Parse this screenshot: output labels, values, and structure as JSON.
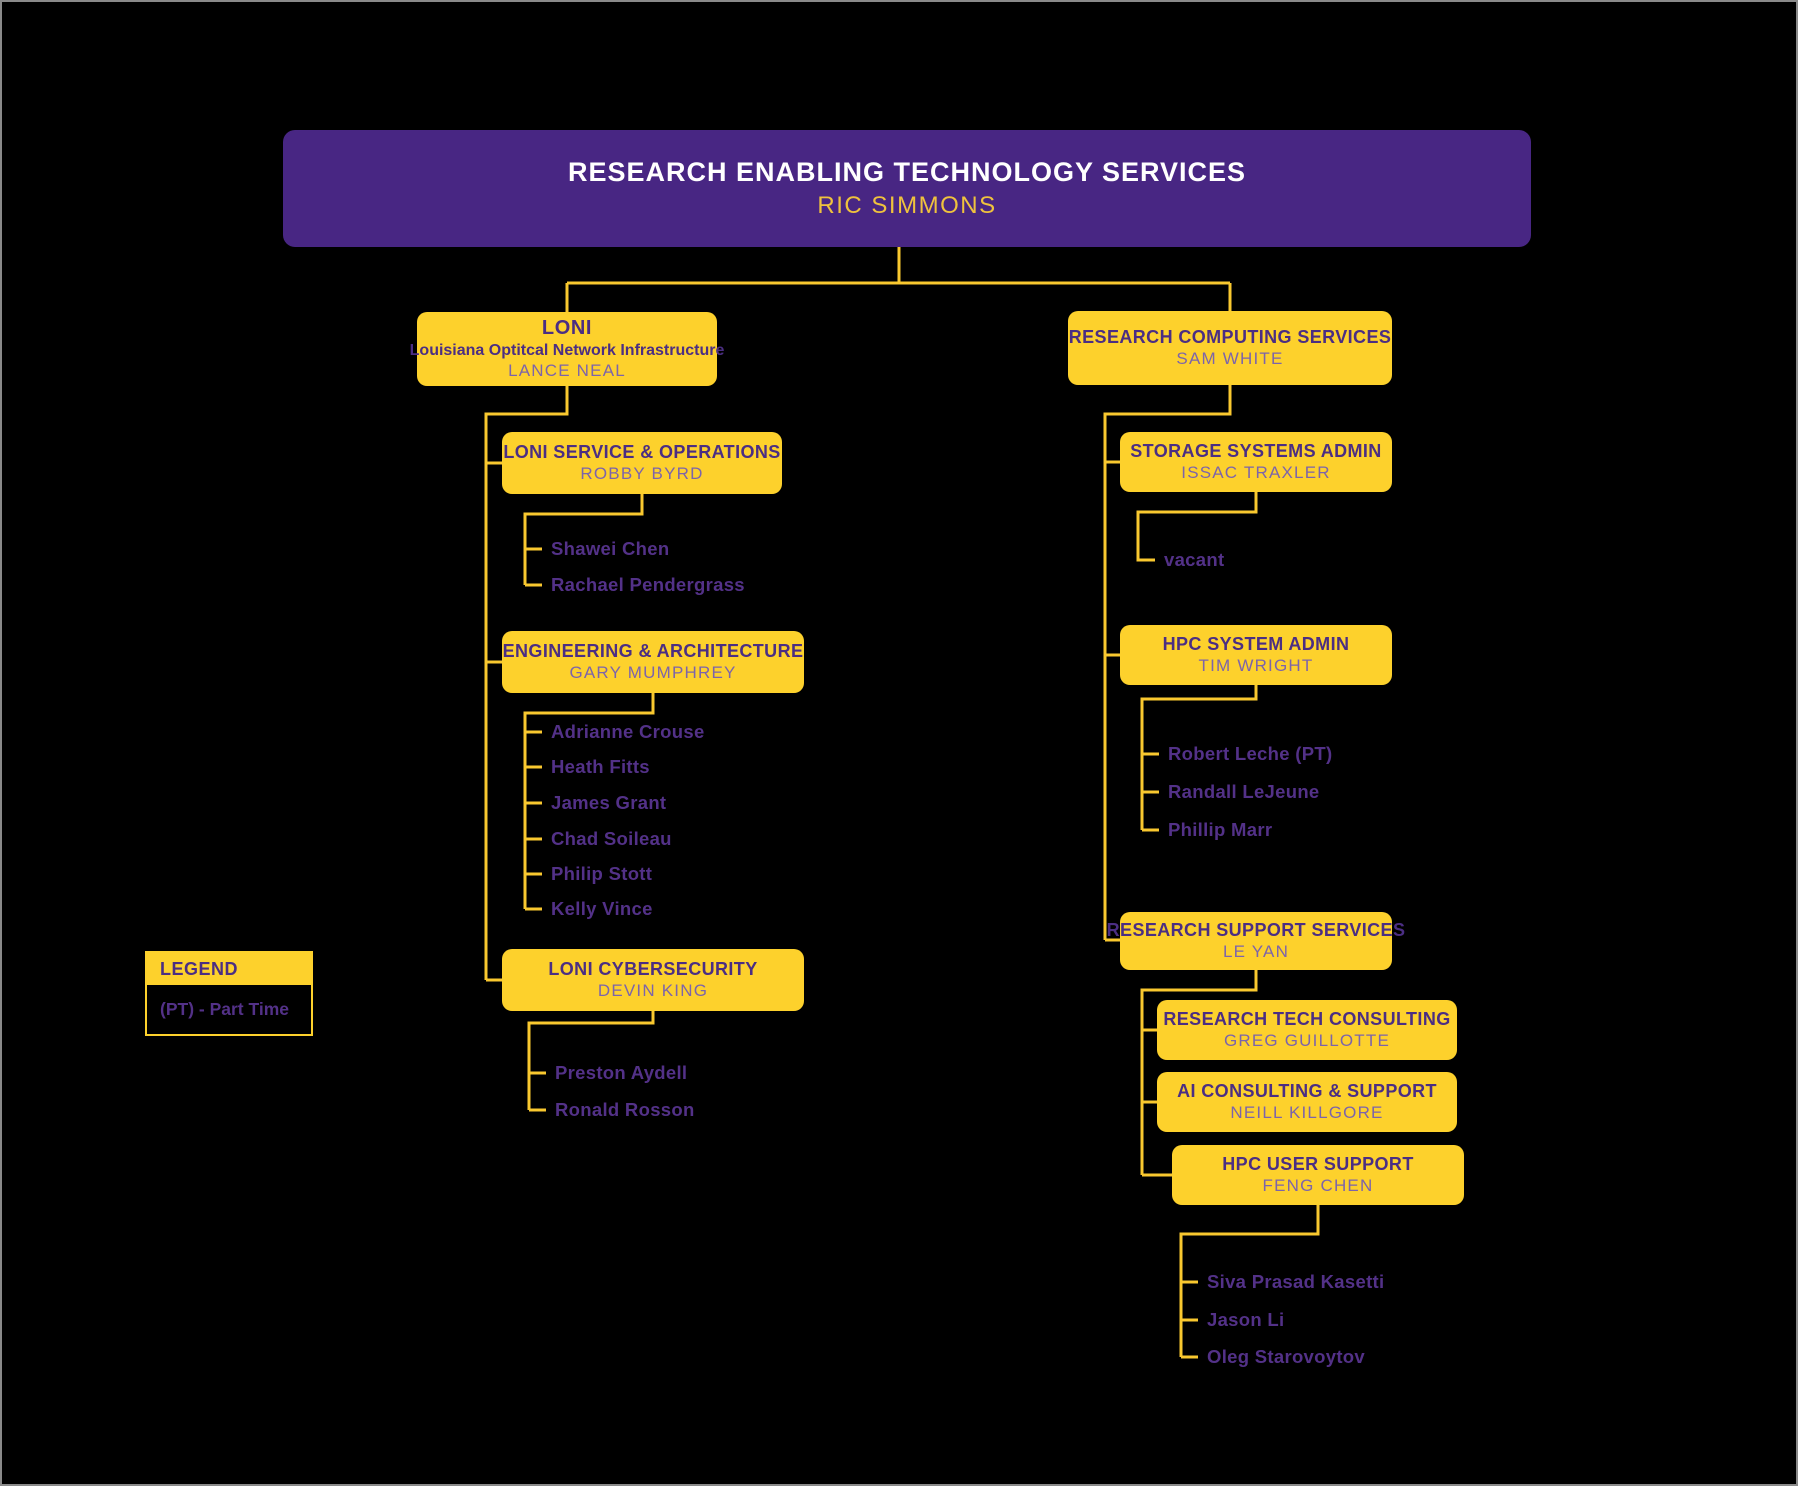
{
  "palette": {
    "background": "#000000",
    "box_gold": "#FDD12C",
    "root_purple": "#482683",
    "title_text": "#4B2E83",
    "subname_text": "#7C64AB",
    "member_text": "#533188",
    "root_title_text": "#FFFFFF",
    "root_name_text": "#EFC23D",
    "connector_line": "#F9C82F"
  },
  "root": {
    "title": "RESEARCH ENABLING TECHNOLOGY SERVICES",
    "name": "RIC SIMMONS"
  },
  "left_branch": {
    "loni": {
      "title": "LONI",
      "subtitle": "Louisiana Optitcal Network Infrastructure",
      "name": "LANCE NEAL"
    },
    "service_ops": {
      "title": "LONI SERVICE & OPERATIONS",
      "name": "ROBBY BYRD",
      "members": [
        "Shawei Chen",
        "Rachael Pendergrass"
      ]
    },
    "engineering": {
      "title": "ENGINEERING & ARCHITECTURE",
      "name": "GARY MUMPHREY",
      "members": [
        "Adrianne Crouse",
        "Heath Fitts",
        "James Grant",
        "Chad Soileau",
        "Philip Stott",
        "Kelly Vince"
      ]
    },
    "cybersecurity": {
      "title": "LONI CYBERSECURITY",
      "name": "DEVIN KING",
      "members": [
        "Preston Aydell",
        "Ronald Rosson"
      ]
    }
  },
  "right_branch": {
    "computing": {
      "title": "RESEARCH COMPUTING SERVICES",
      "name": "SAM WHITE"
    },
    "storage": {
      "title": "STORAGE SYSTEMS ADMIN",
      "name": "ISSAC TRAXLER",
      "members": [
        "vacant"
      ]
    },
    "hpc_admin": {
      "title": "HPC SYSTEM ADMIN",
      "name": "TIM WRIGHT",
      "members": [
        "Robert Leche (PT)",
        "Randall LeJeune",
        "Phillip Marr"
      ]
    },
    "support": {
      "title": "RESEARCH SUPPORT SERVICES",
      "name": "LE YAN"
    },
    "tech_consulting": {
      "title": "RESEARCH TECH CONSULTING",
      "name": "GREG GUILLOTTE"
    },
    "ai_consulting": {
      "title": "AI CONSULTING & SUPPORT",
      "name": "NEILL KILLGORE"
    },
    "user_support": {
      "title": "HPC USER SUPPORT",
      "name": "FENG CHEN",
      "members": [
        "Siva Prasad Kasetti",
        "Jason Li",
        "Oleg Starovoytov"
      ]
    }
  },
  "legend": {
    "header": "LEGEND",
    "entries": [
      "(PT) - Part Time"
    ]
  }
}
